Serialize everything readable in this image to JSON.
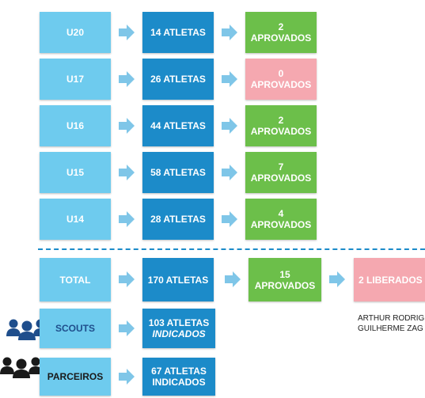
{
  "rows": [
    {
      "category": "U20",
      "athletes": "14 ATLETAS",
      "result_count": "2",
      "result_label": "APROVADOS"
    },
    {
      "category": "U17",
      "athletes": "26 ATLETAS",
      "result_count": "0",
      "result_label": "APROVADOS"
    },
    {
      "category": "U16",
      "athletes": "44 ATLETAS",
      "result_count": "2",
      "result_label": "APROVADOS"
    },
    {
      "category": "U15",
      "athletes": "58 ATLETAS",
      "result_count": "7",
      "result_label": "APROVADOS"
    },
    {
      "category": "U14",
      "athletes": "28 ATLETAS",
      "result_count": "4",
      "result_label": "APROVADOS"
    }
  ],
  "total": {
    "label": "TOTAL",
    "athletes": "170 ATLETAS",
    "approved_count": "15",
    "approved_label": "APROVADOS",
    "released": "2 LIBERADOS"
  },
  "released_names": [
    "ARTHUR RODRIGUES",
    "GUILHERME ZAG O"
  ],
  "scouts": {
    "label": "SCOUTS",
    "athletes": "103 ATLETAS",
    "note": "INDICADOS"
  },
  "parceiros": {
    "label": "PARCEIROS",
    "athletes": "67 ATLETAS",
    "note": "INDICADOS"
  },
  "colors": {
    "category": "#6ecbee",
    "athletes": "#1c8bc9",
    "approved": "#6cbf4a",
    "zero": "#f5a8b0",
    "arrow": "#7fc6e8",
    "people": "#1f4e8c"
  }
}
